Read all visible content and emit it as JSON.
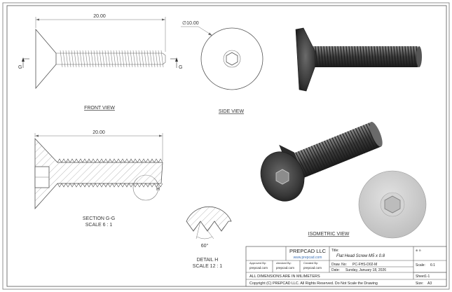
{
  "views": {
    "front": {
      "label": "FRONT VIEW",
      "dimension": "20.00",
      "section_mark": "G"
    },
    "side": {
      "label": "SIDE VIEW",
      "diameter": "∅10.00"
    },
    "section": {
      "label_line1": "SECTION G-G",
      "label_line2": "SCALE 6 : 1",
      "dimension": "20.00",
      "detail_mark": "H"
    },
    "detail": {
      "label_line1": "DETAIL H",
      "label_line2": "SCALE 12 : 1",
      "angle": "60°"
    },
    "isometric": {
      "label": "ISOMETRIC VIEW"
    }
  },
  "title_block": {
    "company": "PREPCAD LLC",
    "website": "www.prepcad.com",
    "title_label": "Title:",
    "title": "Flat Head Screw M5 x 0.8",
    "approved_label": "Approved By:",
    "approved_value": "prepcad.com",
    "checked_label": "checked By:",
    "checked_value": "prepcad.com",
    "created_label": "Created By:",
    "created_value": "prepcad.com",
    "draw_no_label": "Draw. No:",
    "draw_no": "PC-FHS-D02-M",
    "date_label": "Date:",
    "date": "Sunday, January 18, 2026",
    "scale_label": "Scale:",
    "scale": "6:1",
    "sheet": "Sheet1-1",
    "size_label": "Size:",
    "size": "A3",
    "dimensions_note": "ALL DIMENSIONS ARE IN MILIMETERS",
    "copyright": "Copyright (C)  PREPCAD LLC. All Rights Reserved. Do Not Scale the Drawing"
  },
  "colors": {
    "line": "#555555",
    "hatch": "#8a8a8a",
    "metal": "#2b2b2b"
  }
}
